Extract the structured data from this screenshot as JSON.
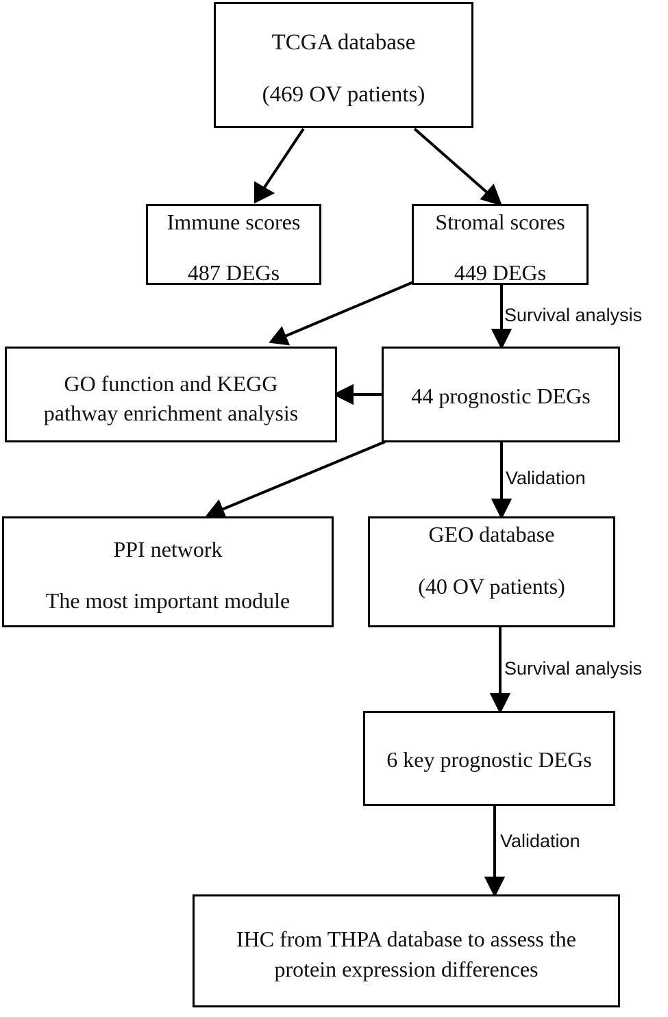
{
  "nodes": {
    "tcga": {
      "line1": "TCGA database",
      "line2": "(469 OV patients)"
    },
    "immune": {
      "line1": "Immune scores",
      "line2": "487 DEGs"
    },
    "stromal": {
      "line1": "Stromal scores",
      "line2": "449 DEGs"
    },
    "go_kegg": {
      "line1": "GO function and KEGG",
      "line2": "pathway enrichment analysis"
    },
    "prognostic": {
      "line1": "44 prognostic DEGs"
    },
    "ppi": {
      "line1": "PPI network",
      "line2": "The most important module"
    },
    "geo": {
      "line1": "GEO database",
      "line2": "(40 OV patients)"
    },
    "key_degs": {
      "line1": "6 key prognostic DEGs"
    },
    "ihc": {
      "line1": "IHC from THPA database to assess the",
      "line2": "protein expression differences"
    }
  },
  "edge_labels": {
    "stromal_to_prognostic": "Survival analysis",
    "prognostic_to_geo": "Validation",
    "geo_to_key": "Survival analysis",
    "key_to_ihc": "Validation"
  },
  "colors": {
    "stroke": "#000000",
    "text": "#111111",
    "background": "#ffffff"
  }
}
